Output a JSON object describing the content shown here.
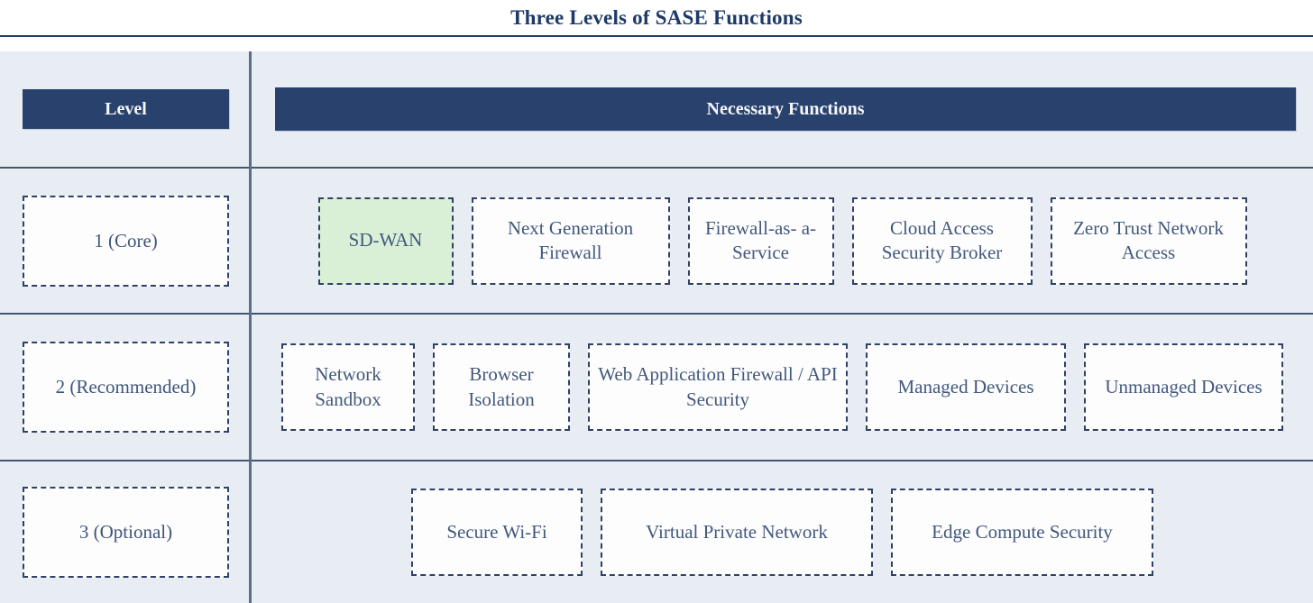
{
  "title": "Three Levels of SASE Functions",
  "colors": {
    "header_navy": "#28426d",
    "table_background": "#e8ecf3",
    "separator_line": "#42556f",
    "dashed_border": "#2e4166",
    "box_text": "#42587c",
    "highlight_green": "#d9efd6",
    "header_text": "#f5f6f9"
  },
  "headers": {
    "level": "Level",
    "functions": "Necessary Functions"
  },
  "rows": [
    {
      "level": "1 (Core)",
      "functions": [
        {
          "label": "SD-WAN",
          "highlight": true
        },
        {
          "label": "Next Generation Firewall"
        },
        {
          "label": "Firewall-as- a-Service"
        },
        {
          "label": "Cloud Access Security Broker"
        },
        {
          "label": "Zero Trust Network Access"
        }
      ]
    },
    {
      "level": "2 (Recommended)",
      "functions": [
        {
          "label": "Network Sandbox"
        },
        {
          "label": "Browser Isolation"
        },
        {
          "label": "Web Application Firewall / API Security"
        },
        {
          "label": "Managed Devices"
        },
        {
          "label": "Unmanaged Devices"
        }
      ]
    },
    {
      "level": "3 (Optional)",
      "functions": [
        {
          "label": "Secure Wi-Fi"
        },
        {
          "label": "Virtual Private Network"
        },
        {
          "label": "Edge Compute Security"
        }
      ]
    }
  ]
}
